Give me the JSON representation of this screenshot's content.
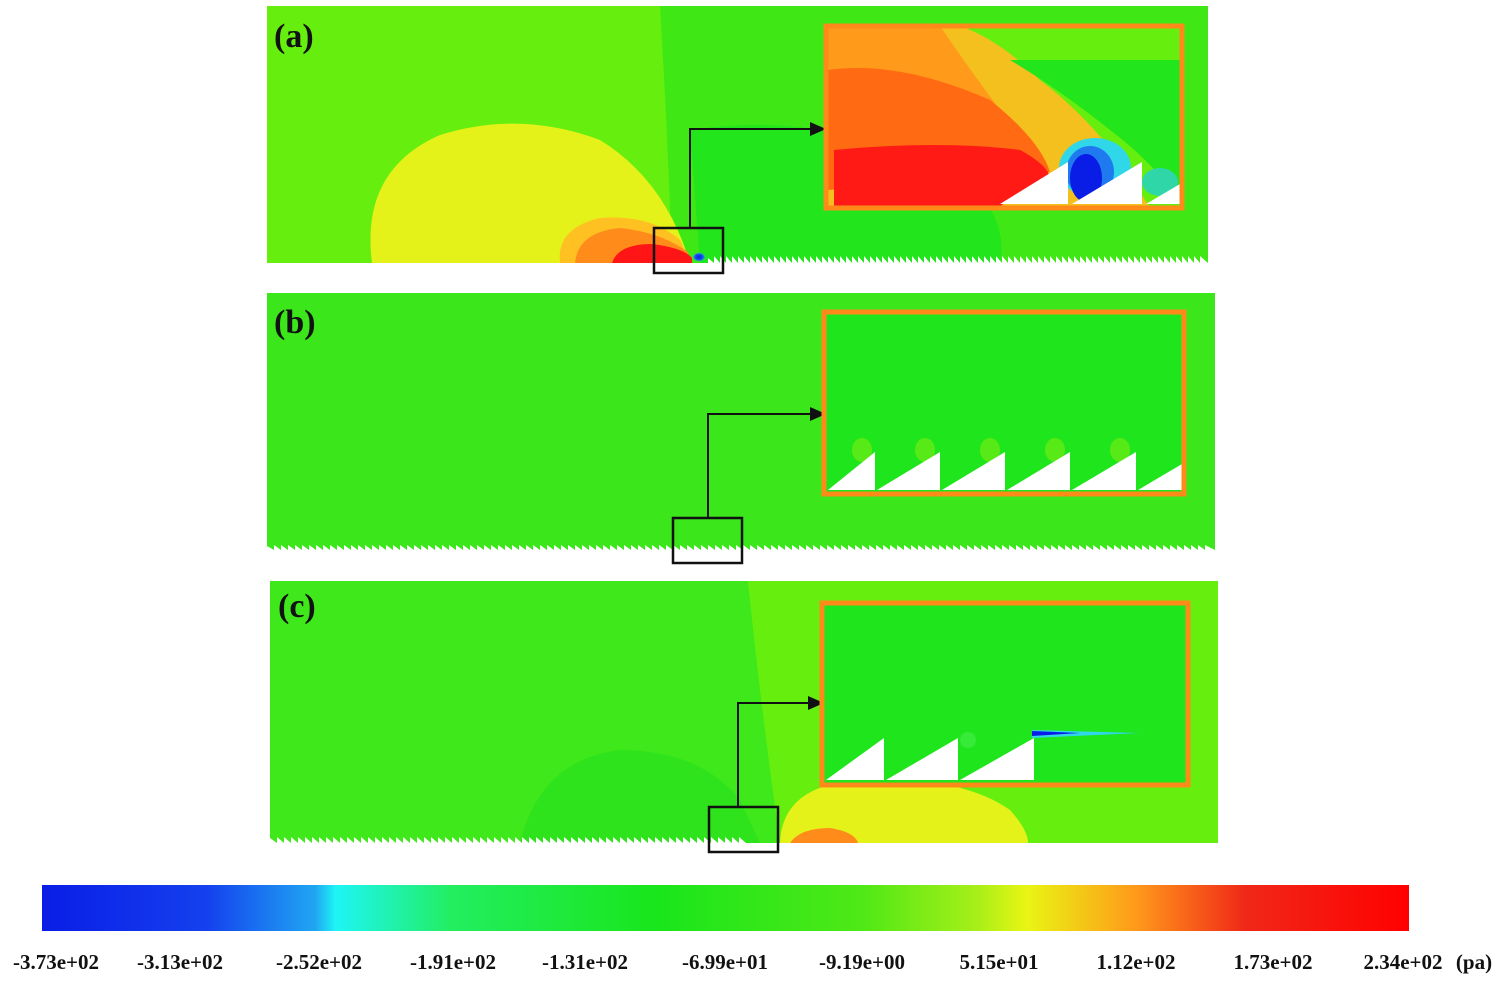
{
  "panels": [
    {
      "label": "(a)"
    },
    {
      "label": "(b)"
    },
    {
      "label": "(c)"
    }
  ],
  "colorbar": {
    "ticks": [
      "-3.73e+02",
      "-3.13e+02",
      "-2.52e+02",
      "-1.91e+02",
      "-1.31e+02",
      "-6.99e+01",
      "-9.19e+00",
      "5.15e+01",
      "1.12e+02",
      "1.73e+02",
      "2.34e+02"
    ],
    "unit": "(pa)",
    "stops": [
      "#0a1de6",
      "#2f6cf0",
      "#1ef5f5",
      "#22ee5a",
      "#19e61b",
      "#64ee14",
      "#e6f514",
      "#ff9a1a",
      "#f01a1a",
      "#ff0000"
    ]
  },
  "colors": {
    "inset_frame": "#ff8a1a",
    "base_green": "#1fe51c",
    "light_green": "#66ee0f",
    "yellow": "#e4f21a",
    "orange": "#ff8c1a",
    "red": "#ff1515",
    "blue": "#0a1de6"
  }
}
